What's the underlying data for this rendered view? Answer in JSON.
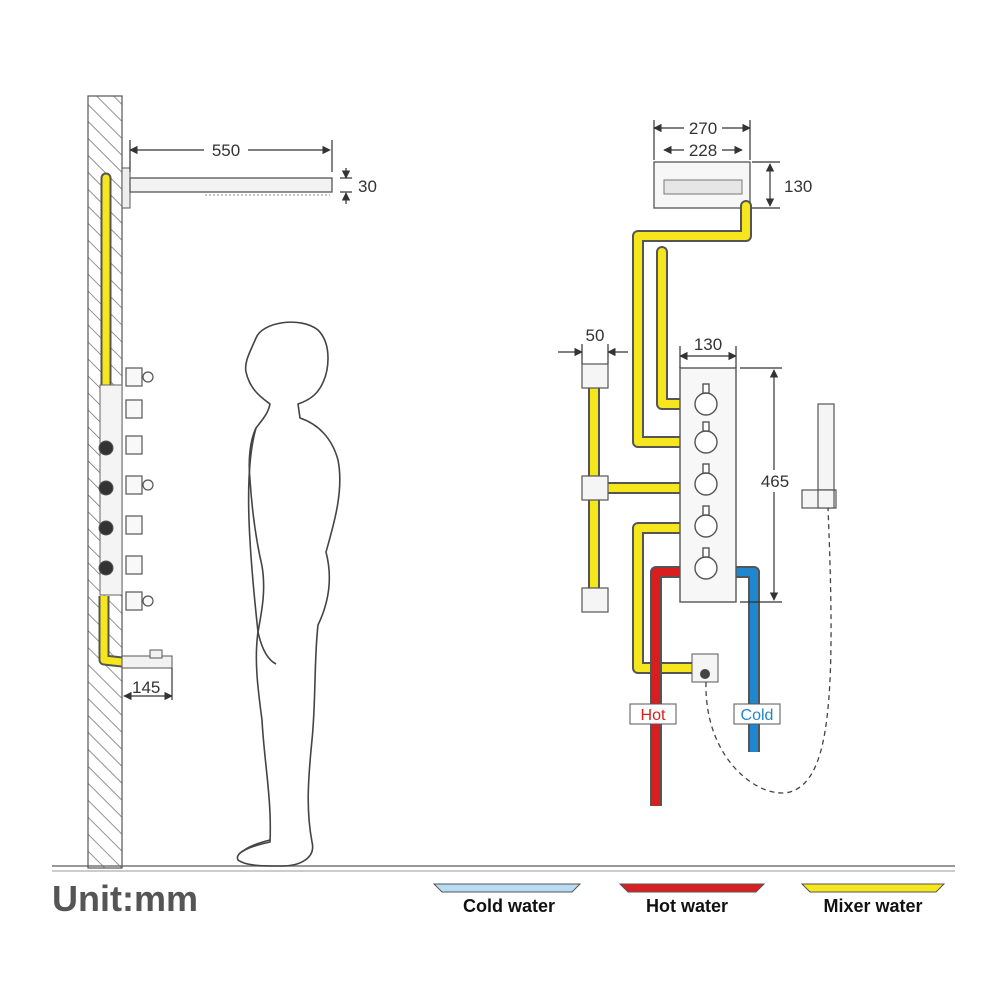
{
  "unit_label": "Unit:mm",
  "dimensions": {
    "arm_length": "550",
    "head_thickness": "30",
    "spout_depth": "145",
    "head_width": "270",
    "head_inner_width": "228",
    "head_depth": "130",
    "jet_width": "50",
    "panel_width": "130",
    "panel_height": "465"
  },
  "pipe_labels": {
    "hot": "Hot",
    "cold": "Cold"
  },
  "legend": [
    {
      "label": "Cold water",
      "color": "#b8dcf2"
    },
    {
      "label": "Hot water",
      "color": "#d81e1e"
    },
    {
      "label": "Mixer water",
      "color": "#f5e61e"
    }
  ],
  "colors": {
    "mixer": "#f5e61e",
    "hot": "#d81e1e",
    "cold": "#1f86cf",
    "outline": "#555555"
  }
}
